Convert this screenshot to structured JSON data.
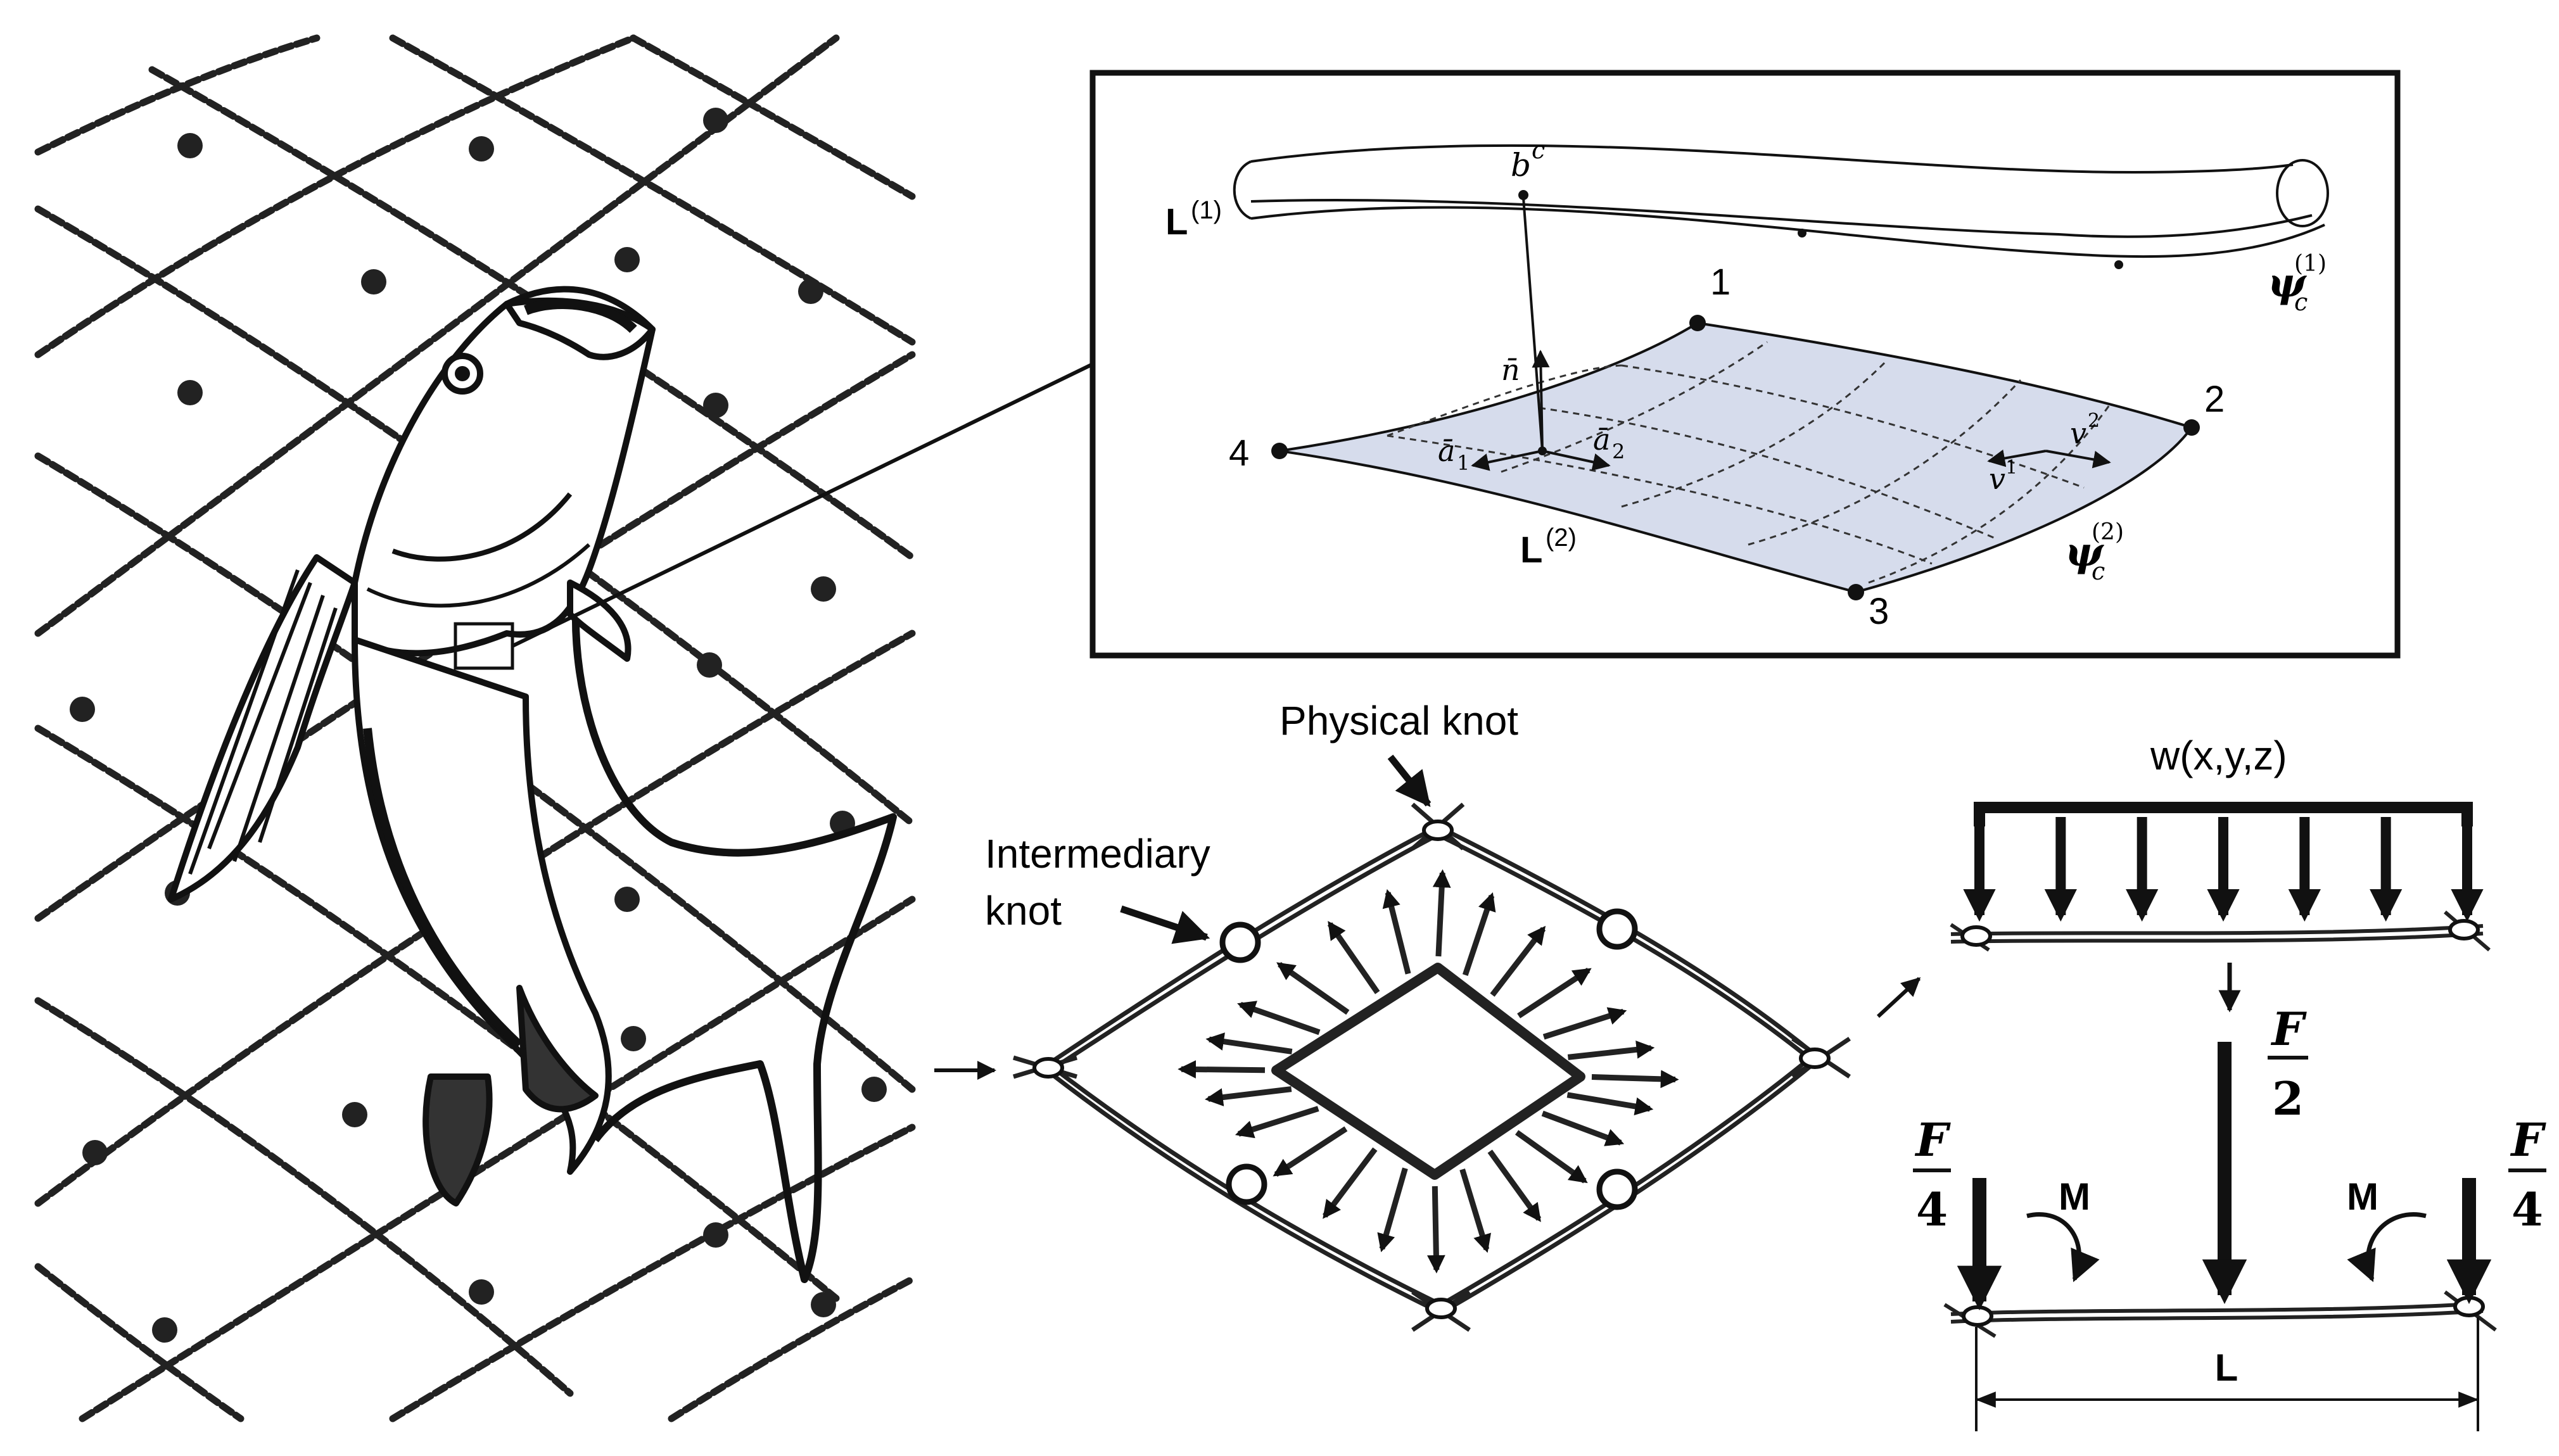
{
  "contact_panel": {
    "beam_label": "L",
    "beam_label_sup": "(1)",
    "surface_label": "L",
    "surface_label_sup": "(2)",
    "beam_point": "b",
    "beam_point_sup": "c",
    "normal": "n̄",
    "tangent1": "ā",
    "tangent1_sub": "1",
    "tangent2": "ā",
    "tangent2_sub": "2",
    "psi_beam": "ψ",
    "psi_beam_sub": "c",
    "psi_beam_sup": "(1)",
    "psi_surface": "ψ",
    "psi_surface_sub": "c",
    "psi_surface_sup": "(2)",
    "v1": "v",
    "v1_sup": "1",
    "v2": "v",
    "v2_sup": "2",
    "corners": [
      "1",
      "2",
      "3",
      "4"
    ],
    "surface_color": "#d6dcec"
  },
  "mesh_panel": {
    "physical_knot": "Physical knot",
    "intermediary_knot_line1": "Intermediary",
    "intermediary_knot_line2": "knot"
  },
  "beam_panel": {
    "load_label": "w(x,y,z)",
    "center_force_num": "F",
    "center_force_den": "2",
    "left_force_num": "F",
    "left_force_den": "4",
    "right_force_num": "F",
    "right_force_den": "4",
    "left_moment": "M",
    "right_moment": "M",
    "length_label": "L"
  },
  "colors": {
    "ink": "#111111",
    "net_knot": "#222222",
    "surface_fill": "#d6dcec"
  }
}
